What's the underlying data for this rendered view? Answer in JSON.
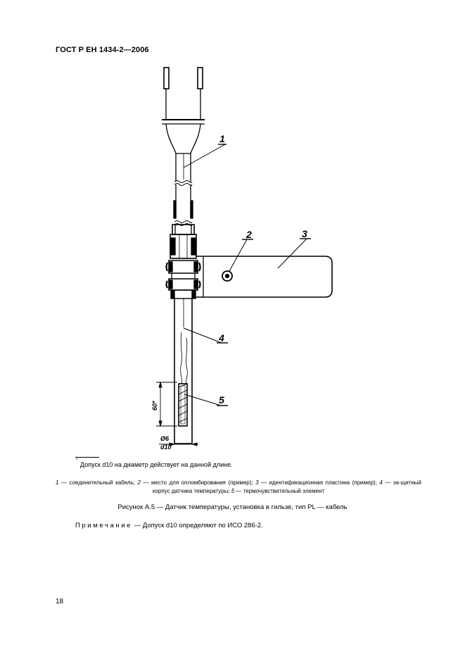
{
  "header": {
    "standard_code": "ГОСТ Р ЕН 1434-2—2006"
  },
  "figure": {
    "callouts": [
      "1",
      "2",
      "3",
      "4",
      "5"
    ],
    "dimensions": {
      "length": "60*",
      "diameter_nominal": "Ø6",
      "diameter_tolerance": "d10"
    }
  },
  "footnote": {
    "marker": "*",
    "text": "Допуск d10 на диаметр действует на данной длине."
  },
  "legend": {
    "items": [
      {
        "num": "1",
        "text": "соединительный кабель;"
      },
      {
        "num": "2",
        "text": "место для опломбирования (пример);"
      },
      {
        "num": "3",
        "text": "идентификационная пластина (пример);"
      },
      {
        "num": "4",
        "text": "за-щитный корпус датчика температуры;"
      },
      {
        "num": "5",
        "text": "термочувствительный элемент"
      }
    ]
  },
  "caption": "Рисунок А.5 — Датчик температуры, установка в гильзе, тип PL — кабель",
  "note": {
    "label": "Примечание",
    "text": "— Допуск d10 определяют по ИСО 286-2."
  },
  "page_number": "18"
}
